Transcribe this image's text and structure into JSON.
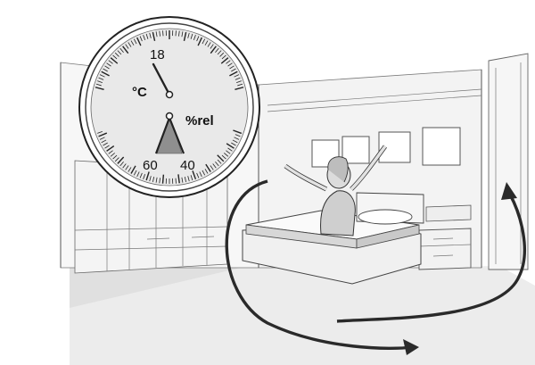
{
  "gauge": {
    "temperature_value": "18",
    "temperature_unit": "°C",
    "humidity_unit": "%rel",
    "humidity_low": "60",
    "humidity_high": "40"
  },
  "colors": {
    "humidity_zone": "#8f8f8f",
    "arrow": "#2a2a2a",
    "floor": "#e6e6e6",
    "wall": "#f1f1f1"
  }
}
